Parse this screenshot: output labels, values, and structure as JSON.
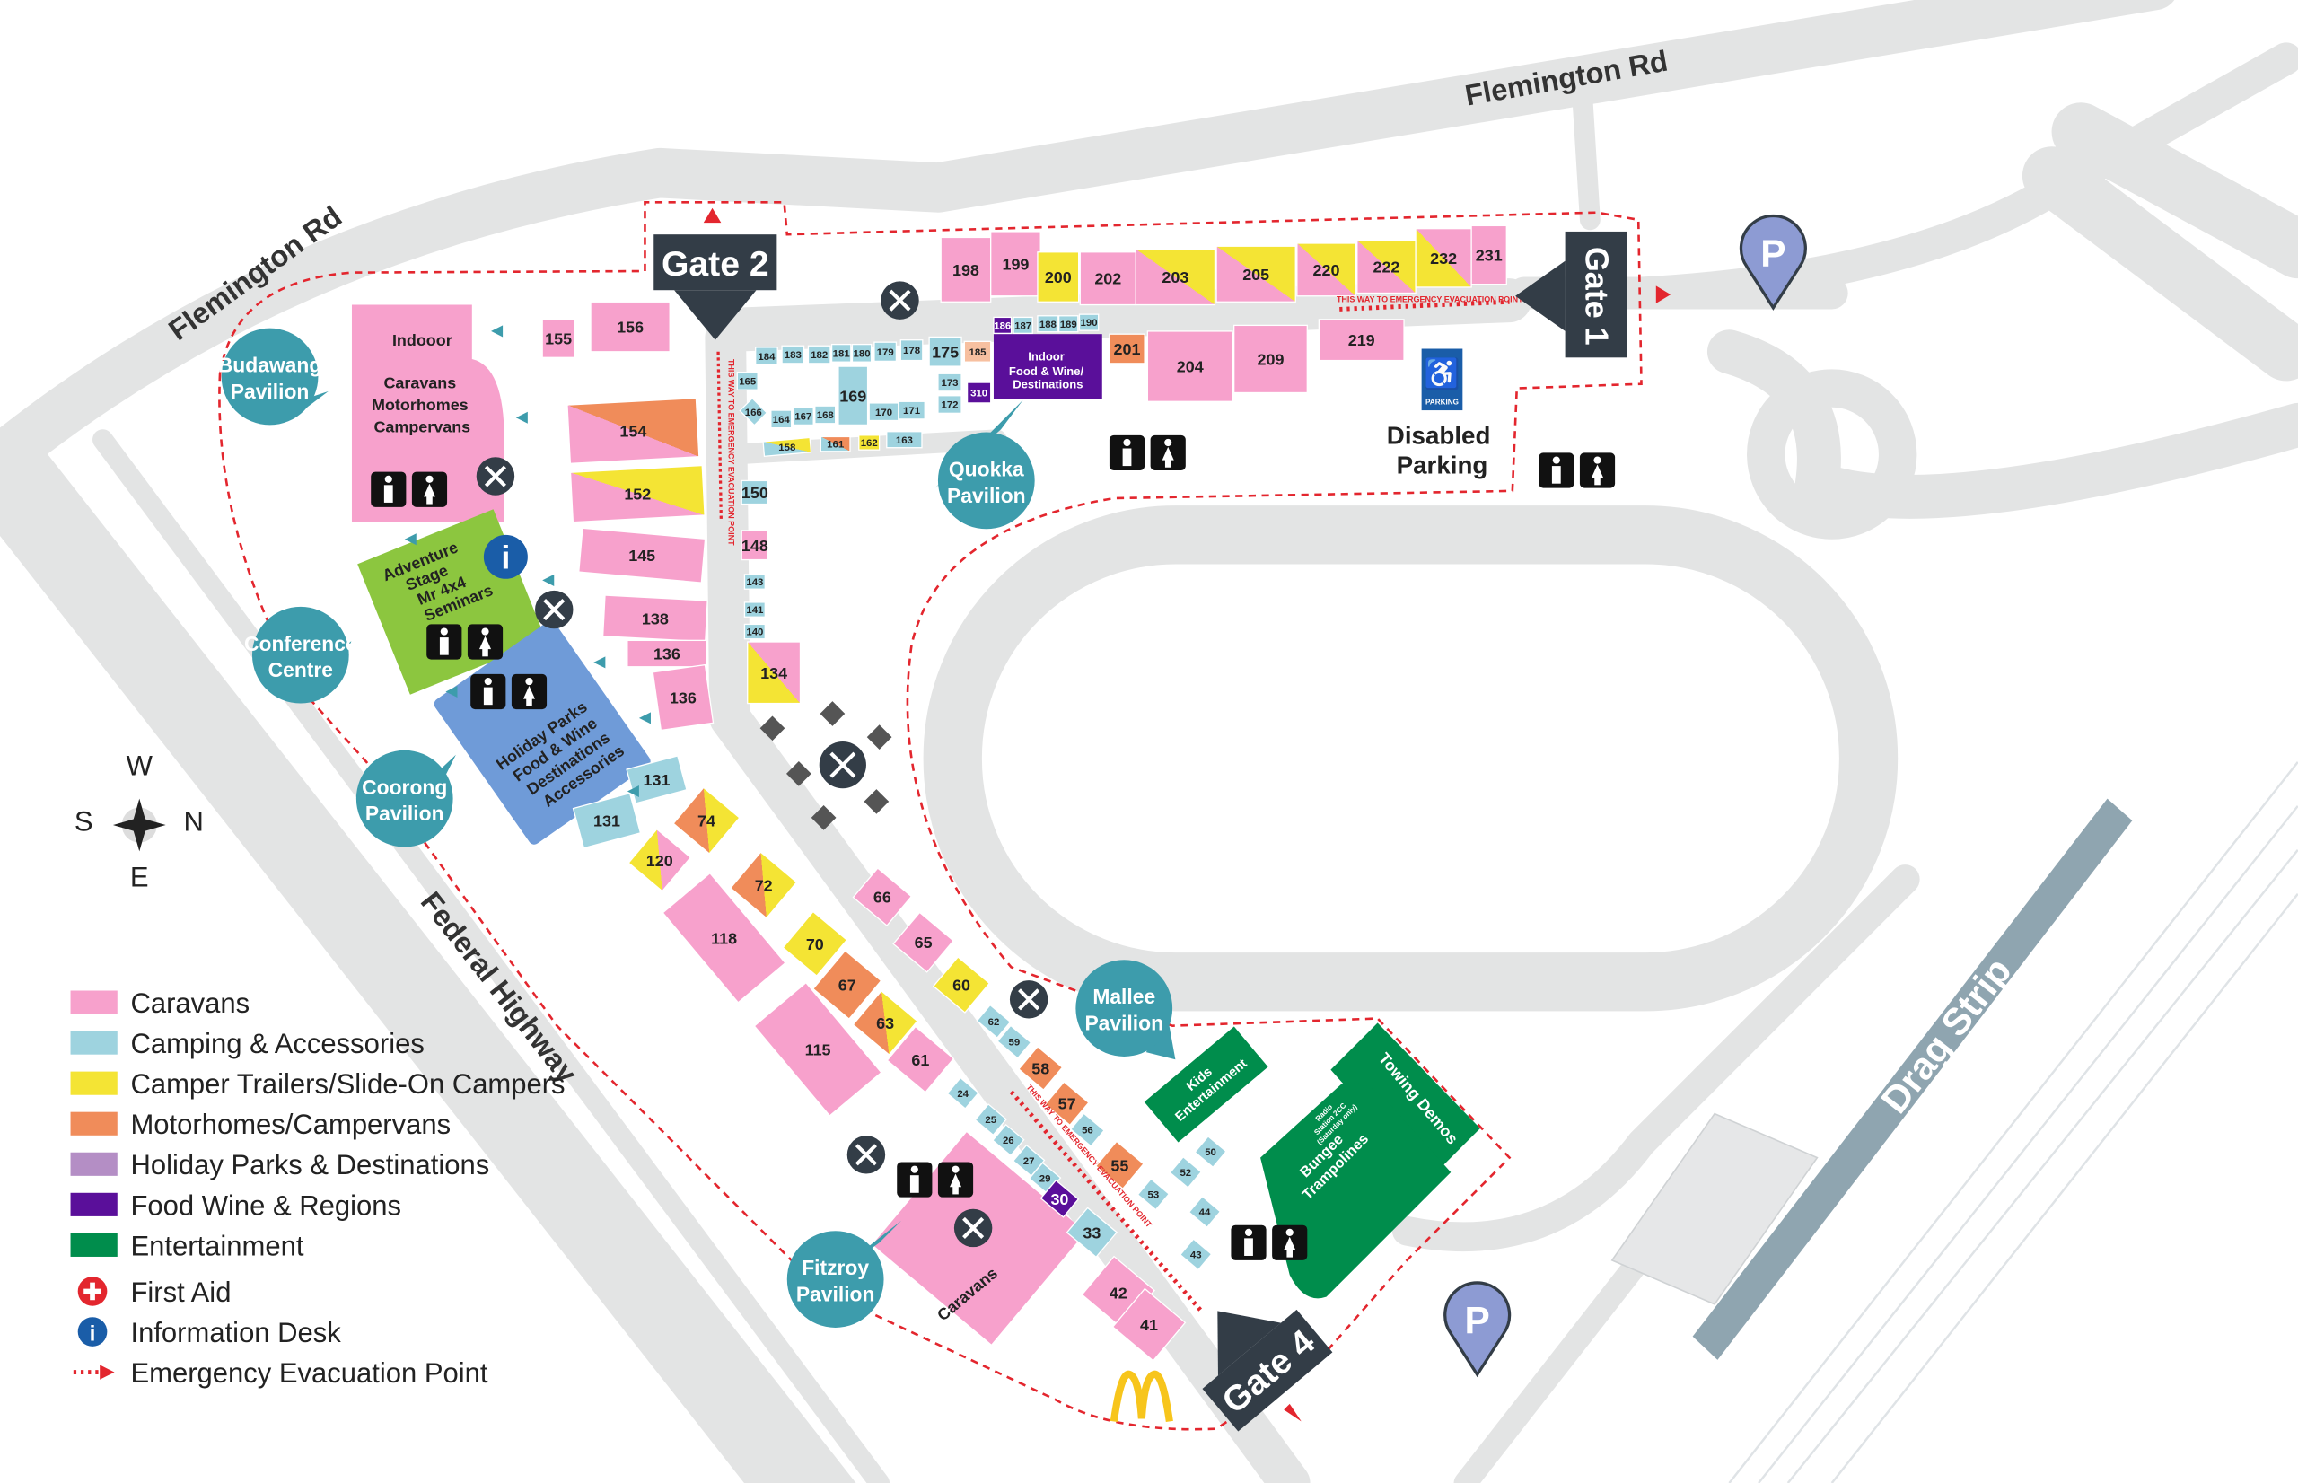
{
  "roads": {
    "flemington_top": "Flemington Rd",
    "flemington_left": "Flemington Rd",
    "federal": "Federal Highway",
    "drag_strip": "Drag Strip"
  },
  "gates": {
    "gate2": "Gate 2",
    "gate1": "Gate 1",
    "gate4": "Gate 4"
  },
  "pavilions": {
    "budawang": [
      "Budawang",
      "Pavilion"
    ],
    "conference": [
      "Conference",
      "Centre"
    ],
    "coorong": [
      "Coorong",
      "Pavilion"
    ],
    "quokka": [
      "Quokka",
      "Pavilion"
    ],
    "mallee": [
      "Mallee",
      "Pavilion"
    ],
    "fitzroy": [
      "Fitzroy",
      "Pavilion"
    ]
  },
  "zones": {
    "indoor_title": "Indooor",
    "indoor_lines": [
      "Caravans",
      "Motorhomes",
      "Campervans"
    ],
    "adventure_lines": [
      "Adventure",
      "Stage",
      "Mr 4x4",
      "Seminars"
    ],
    "holiday_lines": [
      "Holiday Parks",
      "Food & Wine",
      "Destinations",
      "Accessories"
    ],
    "indoor_food_lines": [
      "Indoor",
      "Food & Wine/",
      "Destinations"
    ],
    "kids_lines": [
      "Kids",
      "Entertainment"
    ],
    "radio_lines": [
      "Radio",
      "Station 2CC",
      "(Saturday only)"
    ],
    "bungee_lines": [
      "Bungee",
      "Trampolines"
    ],
    "towing": "Towing Demos",
    "caravans": "Caravans"
  },
  "disabled_parking": [
    "Disabled",
    "Parking"
  ],
  "parking_sign": "PARKING",
  "parking_pin": "P",
  "info_glyph": "i",
  "evac_text": "THIS WAY TO EMERGENCY EVACUATION POINT",
  "compass": {
    "w": "W",
    "s": "S",
    "n": "N",
    "e": "E"
  },
  "legend": [
    {
      "label": "Caravans",
      "color": "#f7a1cc"
    },
    {
      "label": "Camping & Accessories",
      "color": "#9ed3df"
    },
    {
      "label": "Camper Trailers/Slide-On Campers",
      "color": "#f4e434"
    },
    {
      "label": "Motorhomes/Campervans",
      "color": "#f08c5a"
    },
    {
      "label": "Holiday Parks & Destinations",
      "color": "#b48ec5"
    },
    {
      "label": "Food Wine & Regions",
      "color": "#5a0f9a"
    },
    {
      "label": "Entertainment",
      "color": "#008d4c"
    },
    {
      "label": "First Aid",
      "icon": "first-aid"
    },
    {
      "label": "Information Desk",
      "icon": "info"
    },
    {
      "label": "Emergency Evacuation Point",
      "icon": "evacuation-arrow"
    }
  ],
  "colors": {
    "caravan": "#f7a1cc",
    "camping": "#9ed3df",
    "trailer": "#f4e434",
    "motorhome": "#f08c5a",
    "holiday": "#b48ec5",
    "food": "#5a0f9a",
    "entertainment": "#008d4c",
    "pavilion": "#3d9cac",
    "gate": "#333d47",
    "evac": "#e3262e",
    "road": "#e3e4e4",
    "drag": "#8fa5b0",
    "holiday_bldg": "#6f9bd8",
    "adventure": "#8cc63f",
    "parking_pin": "#8d9bd3",
    "salmon": "#f7c0a0"
  },
  "booths": [
    {
      "n": "198",
      "c": "caravan"
    },
    {
      "n": "199",
      "c": "caravan"
    },
    {
      "n": "200",
      "c": "trailer"
    },
    {
      "n": "202",
      "c": "caravan"
    },
    {
      "n": "203",
      "c": "caravan",
      "c2": "trailer"
    },
    {
      "n": "205",
      "c": "caravan",
      "c2": "trailer"
    },
    {
      "n": "220",
      "c": "caravan",
      "c2": "trailer"
    },
    {
      "n": "222",
      "c": "caravan",
      "c2": "trailer"
    },
    {
      "n": "232",
      "c": "trailer",
      "c2": "caravan"
    },
    {
      "n": "231",
      "c": "caravan"
    },
    {
      "n": "201",
      "c": "motorhome"
    },
    {
      "n": "204",
      "c": "caravan"
    },
    {
      "n": "209",
      "c": "caravan"
    },
    {
      "n": "219",
      "c": "caravan"
    },
    {
      "n": "186",
      "c": "food"
    },
    {
      "n": "187",
      "c": "camping"
    },
    {
      "n": "188",
      "c": "camping"
    },
    {
      "n": "189",
      "c": "camping"
    },
    {
      "n": "190",
      "c": "camping"
    },
    {
      "n": "184",
      "c": "camping"
    },
    {
      "n": "183",
      "c": "camping"
    },
    {
      "n": "182",
      "c": "camping"
    },
    {
      "n": "181",
      "c": "camping"
    },
    {
      "n": "180",
      "c": "camping"
    },
    {
      "n": "179",
      "c": "camping"
    },
    {
      "n": "178",
      "c": "camping"
    },
    {
      "n": "175",
      "c": "camping"
    },
    {
      "n": "185",
      "c": "salmon"
    },
    {
      "n": "165",
      "c": "camping"
    },
    {
      "n": "166",
      "c": "camping"
    },
    {
      "n": "164",
      "c": "camping"
    },
    {
      "n": "167",
      "c": "camping"
    },
    {
      "n": "168",
      "c": "camping"
    },
    {
      "n": "169",
      "c": "camping"
    },
    {
      "n": "170",
      "c": "camping"
    },
    {
      "n": "171",
      "c": "camping"
    },
    {
      "n": "173",
      "c": "camping"
    },
    {
      "n": "172",
      "c": "camping"
    },
    {
      "n": "310",
      "c": "food"
    },
    {
      "n": "158",
      "c": "camping",
      "c2": "trailer"
    },
    {
      "n": "161",
      "c": "camping",
      "c2": "motorhome"
    },
    {
      "n": "162",
      "c": "trailer"
    },
    {
      "n": "163",
      "c": "camping"
    },
    {
      "n": "150",
      "c": "camping"
    },
    {
      "n": "148",
      "c": "caravan"
    },
    {
      "n": "143",
      "c": "camping"
    },
    {
      "n": "141",
      "c": "camping"
    },
    {
      "n": "140",
      "c": "camping"
    },
    {
      "n": "134",
      "c": "trailer",
      "c2": "caravan"
    },
    {
      "n": "156",
      "c": "caravan"
    },
    {
      "n": "155",
      "c": "caravan"
    },
    {
      "n": "154",
      "c": "caravan",
      "c2": "motorhome"
    },
    {
      "n": "152",
      "c": "caravan",
      "c2": "trailer"
    },
    {
      "n": "145",
      "c": "caravan"
    },
    {
      "n": "138",
      "c": "caravan"
    },
    {
      "n": "136",
      "c": "caravan"
    },
    {
      "n": "136",
      "c": "caravan"
    },
    {
      "n": "131",
      "c": "camping"
    },
    {
      "n": "131",
      "c": "camping"
    },
    {
      "n": "74",
      "c": "motorhome",
      "c2": "trailer"
    },
    {
      "n": "120",
      "c": "trailer",
      "c2": "caravan"
    },
    {
      "n": "118",
      "c": "caravan"
    },
    {
      "n": "72",
      "c": "motorhome",
      "c2": "trailer"
    },
    {
      "n": "70",
      "c": "trailer"
    },
    {
      "n": "67",
      "c": "motorhome"
    },
    {
      "n": "63",
      "c": "motorhome",
      "c2": "trailer"
    },
    {
      "n": "61",
      "c": "caravan"
    },
    {
      "n": "115",
      "c": "caravan"
    },
    {
      "n": "66",
      "c": "caravan"
    },
    {
      "n": "65",
      "c": "caravan"
    },
    {
      "n": "60",
      "c": "trailer"
    },
    {
      "n": "62",
      "c": "camping"
    },
    {
      "n": "59",
      "c": "camping"
    },
    {
      "n": "58",
      "c": "motorhome"
    },
    {
      "n": "57",
      "c": "motorhome"
    },
    {
      "n": "56",
      "c": "camping"
    },
    {
      "n": "55",
      "c": "motorhome"
    },
    {
      "n": "53",
      "c": "camping"
    },
    {
      "n": "52",
      "c": "camping"
    },
    {
      "n": "50",
      "c": "camping"
    },
    {
      "n": "44",
      "c": "camping"
    },
    {
      "n": "43",
      "c": "camping"
    },
    {
      "n": "24",
      "c": "camping"
    },
    {
      "n": "25",
      "c": "camping"
    },
    {
      "n": "26",
      "c": "camping"
    },
    {
      "n": "27",
      "c": "camping"
    },
    {
      "n": "29",
      "c": "camping"
    },
    {
      "n": "30",
      "c": "food"
    },
    {
      "n": "33",
      "c": "camping"
    },
    {
      "n": "42",
      "c": "caravan"
    },
    {
      "n": "41",
      "c": "caravan"
    }
  ]
}
